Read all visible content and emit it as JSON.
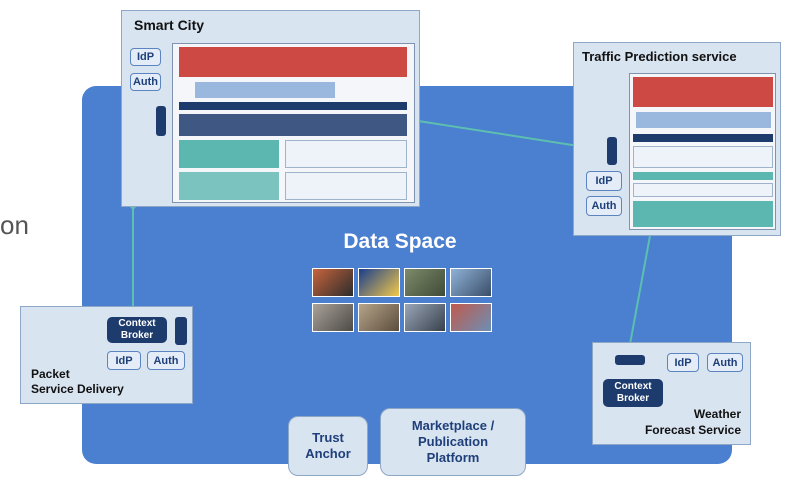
{
  "cutoff_text": "on",
  "data_space": {
    "title": "Data Space"
  },
  "smart_city": {
    "title": "Smart City",
    "idp": "IdP",
    "auth": "Auth"
  },
  "traffic": {
    "title": "Traffic Prediction service",
    "idp": "IdP",
    "auth": "Auth"
  },
  "packet": {
    "broker": "Context Broker",
    "idp": "IdP",
    "auth": "Auth",
    "title_line1": "Packet",
    "title_line2": "Service Delivery"
  },
  "weather": {
    "broker": "Context Broker",
    "idp": "IdP",
    "auth": "Auth",
    "title_line1": "Weather",
    "title_line2": "Forecast Service"
  },
  "trust_anchor": {
    "line1": "Trust",
    "line2": "Anchor"
  },
  "marketplace": {
    "line1": "Marketplace /",
    "line2": "Publication",
    "line3": "Platform"
  },
  "colors": {
    "data_space": "#4b7fd0",
    "panel": "#d9e4f1",
    "broker": "#1e3b6e",
    "accent_red": "#cd4a44",
    "link": "#5cbfb0"
  }
}
